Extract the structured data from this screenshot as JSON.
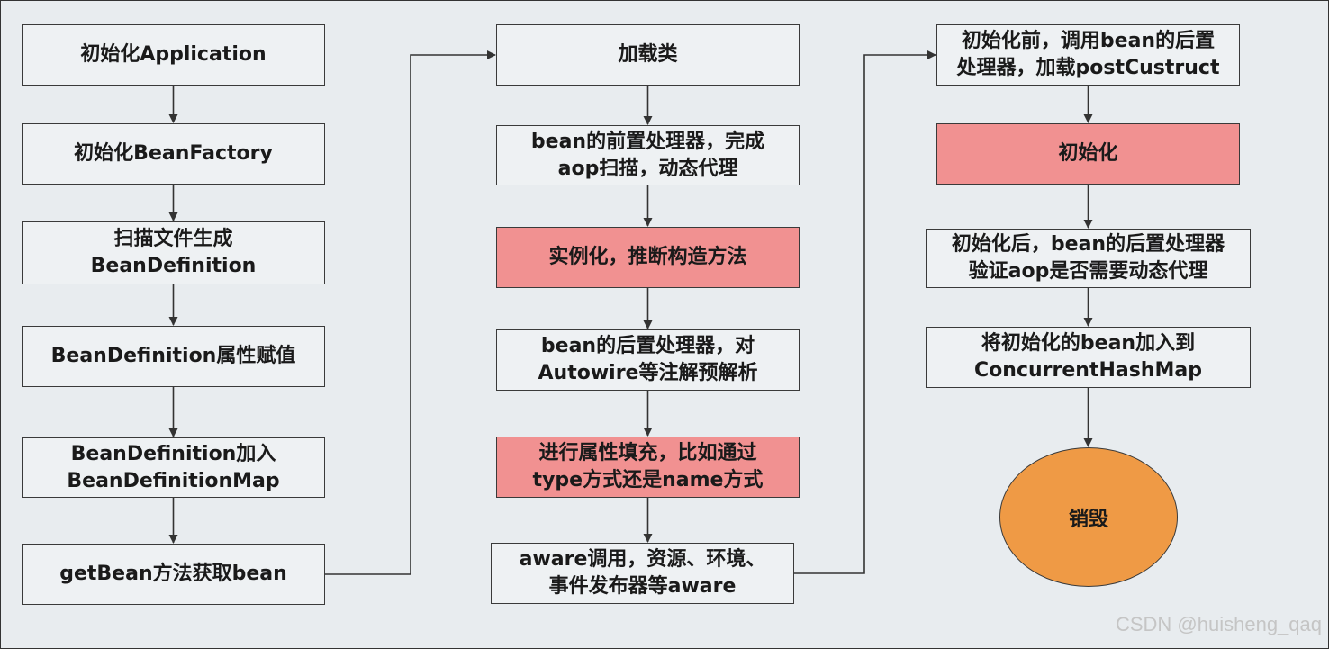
{
  "column1": [
    {
      "lines": [
        "初始化Application"
      ],
      "highlight": false
    },
    {
      "lines": [
        "初始化BeanFactory"
      ],
      "highlight": false
    },
    {
      "lines": [
        "扫描文件生成",
        "BeanDefinition"
      ],
      "highlight": false
    },
    {
      "lines": [
        "BeanDefinition属性赋值"
      ],
      "highlight": false
    },
    {
      "lines": [
        "BeanDefinition加入",
        "BeanDefinitionMap"
      ],
      "highlight": false
    },
    {
      "lines": [
        "getBean方法获取bean"
      ],
      "highlight": false
    }
  ],
  "column2": [
    {
      "lines": [
        "加载类"
      ],
      "highlight": false
    },
    {
      "lines": [
        "bean的前置处理器，完成",
        "aop扫描，动态代理"
      ],
      "highlight": false
    },
    {
      "lines": [
        "实例化，推断构造方法"
      ],
      "highlight": true
    },
    {
      "lines": [
        "bean的后置处理器，对",
        "Autowire等注解预解析"
      ],
      "highlight": false
    },
    {
      "lines": [
        "进行属性填充，比如通过",
        "type方式还是name方式"
      ],
      "highlight": true
    },
    {
      "lines": [
        "aware调用，资源、环境、",
        "事件发布器等aware"
      ],
      "highlight": false
    }
  ],
  "column3": [
    {
      "lines": [
        "初始化前，调用bean的后置",
        "处理器，加载postCustruct"
      ],
      "highlight": false
    },
    {
      "lines": [
        "初始化"
      ],
      "highlight": true
    },
    {
      "lines": [
        "初始化后，bean的后置处理器",
        "验证aop是否需要动态代理"
      ],
      "highlight": false
    },
    {
      "lines": [
        "将初始化的bean加入到",
        "ConcurrentHashMap"
      ],
      "highlight": false
    }
  ],
  "terminal": {
    "label": "销毁"
  },
  "watermark": "CSDN @huisheng_qaq",
  "colors": {
    "background": "#e8ecef",
    "box": "#eef1f3",
    "highlight": "#f19191",
    "terminal": "#ef9a45",
    "border": "#3a3a3a"
  }
}
